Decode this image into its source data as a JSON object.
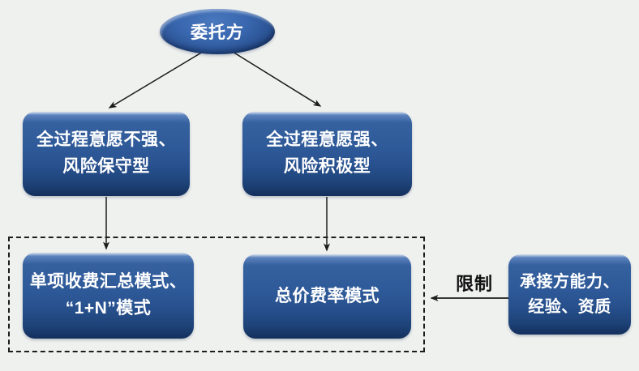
{
  "palette": {
    "background": "#eff1ef",
    "node_fill_mid": "#2d5a9b",
    "node_fill_dark": "#16335f",
    "node_fill_light": "#4f7cc0",
    "node_text": "#ffffff",
    "line_color": "#1c1c1c"
  },
  "nodes": {
    "client": {
      "label": "委托方"
    },
    "conservative": {
      "lines": [
        "全过程意愿不强、",
        "风险保守型"
      ]
    },
    "aggressive": {
      "lines": [
        "全过程意愿强、",
        "风险积极型"
      ]
    },
    "itemized_mode": {
      "lines": [
        "单项收费汇总模式、",
        "“1+N”模式"
      ]
    },
    "lump_sum_mode": {
      "label": "总价费率模式"
    },
    "contractor": {
      "lines": [
        "承接方能力、",
        "经验、资质"
      ]
    }
  },
  "edges": {
    "restriction_label": "限制"
  }
}
